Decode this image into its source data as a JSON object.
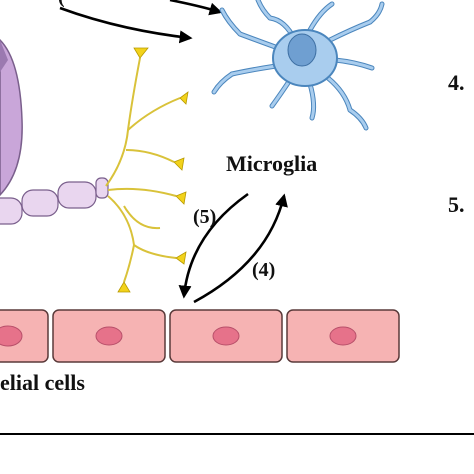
{
  "labels": {
    "microglia": "Microglia",
    "step5": "(5)",
    "step4": "(4)",
    "epithelial": "elial cells",
    "top_step": "(",
    "list_num_4": "4.",
    "list_num_5": "5."
  },
  "colors": {
    "microglia_fill": "#a9cdee",
    "microglia_stroke": "#4b86bd",
    "nucleus": "#6f9fd1",
    "cell_fill": "#f6b3b3",
    "cell_stroke": "#5a3a3a",
    "cell_nucleus": "#e6728a",
    "axon_fill": "#e9d6ef",
    "axon_stroke": "#7a5f8c",
    "soma_fill": "#c9a6d9",
    "terminal": "#f2d21b",
    "arrow": "#000000"
  }
}
